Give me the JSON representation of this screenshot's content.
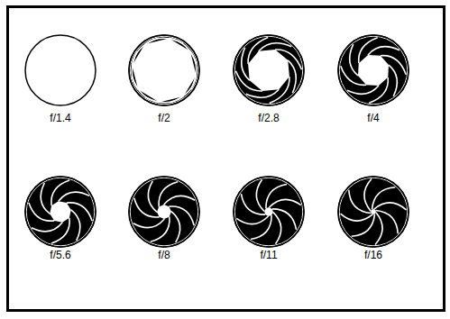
{
  "diagram": {
    "labels": [
      "f/1.4",
      "f/2",
      "f/2.8",
      "f/4",
      "f/5.6",
      "f/8",
      "f/11",
      "f/16"
    ]
  }
}
